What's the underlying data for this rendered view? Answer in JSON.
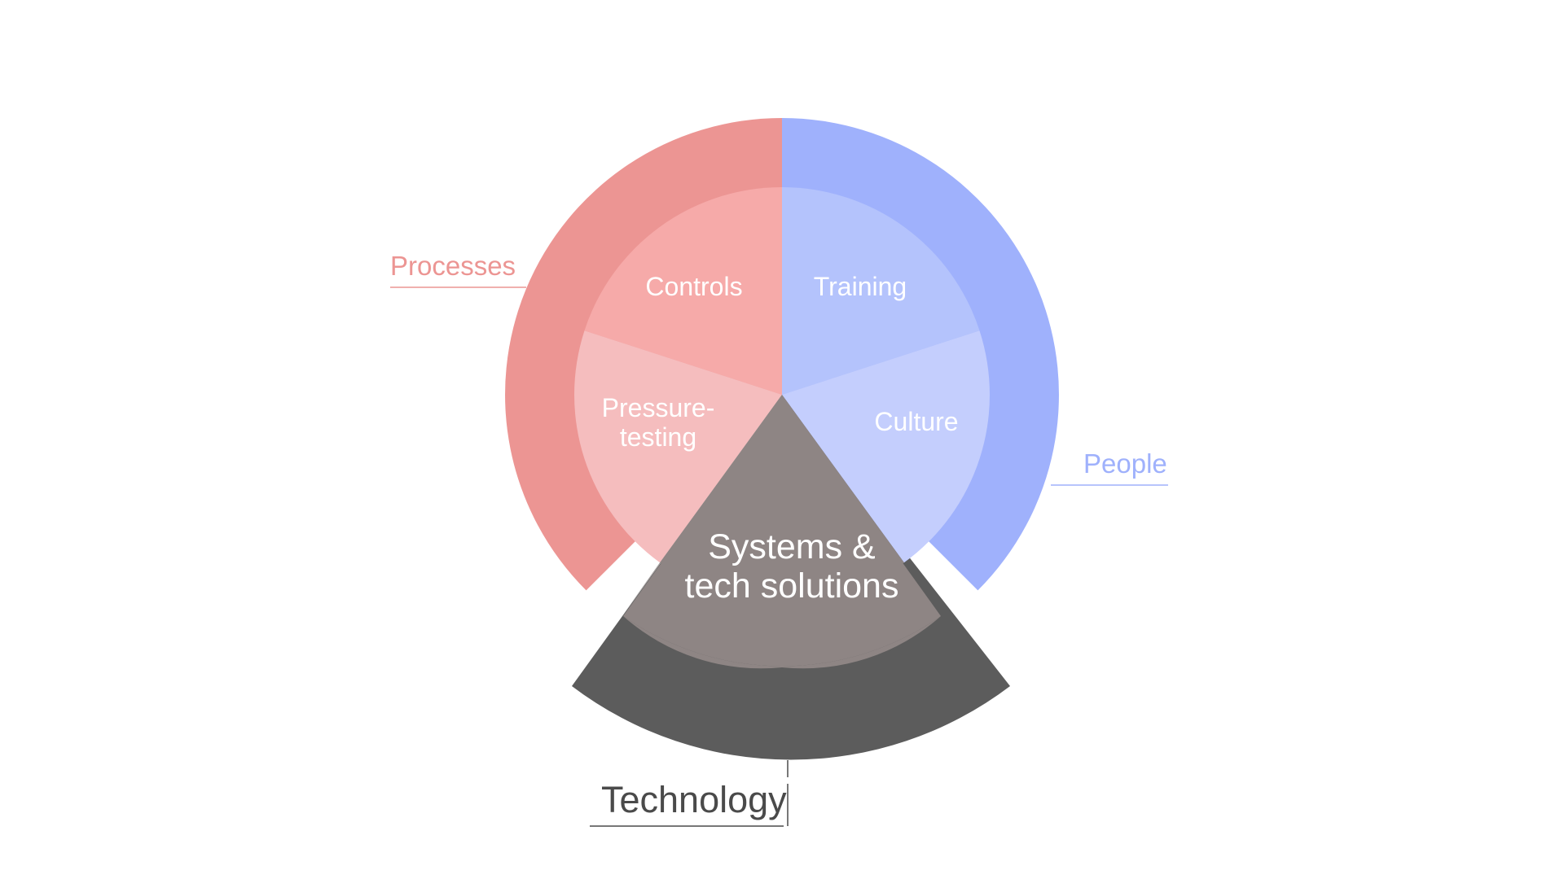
{
  "diagram": {
    "outer_segments": {
      "processes": {
        "label": "Processes",
        "color": "#EC9593"
      },
      "people": {
        "label": "People",
        "color": "#9FB1FC"
      },
      "technology": {
        "label": "Technology",
        "color": "#5C5C5C"
      }
    },
    "inner_segments": {
      "controls": {
        "label": "Controls",
        "color": "#F6AAA9"
      },
      "pressure_testing": {
        "label_line1": "Pressure-",
        "label_line2": "testing",
        "color": "#F5BDBE"
      },
      "training": {
        "label": "Training",
        "color": "#B4C3FC"
      },
      "culture": {
        "label": "Culture",
        "color": "#C4CEFD"
      }
    },
    "center": {
      "label_line1": "Systems &",
      "label_line2": "tech solutions",
      "color": "#8E8584"
    },
    "colors": {
      "processes_text": "#EC9593",
      "people_text": "#9FB1FC",
      "leader_line_processes": "#EC9593",
      "leader_line_people": "#9FB1FC",
      "leader_line_technology": "#4a4a4a"
    }
  }
}
